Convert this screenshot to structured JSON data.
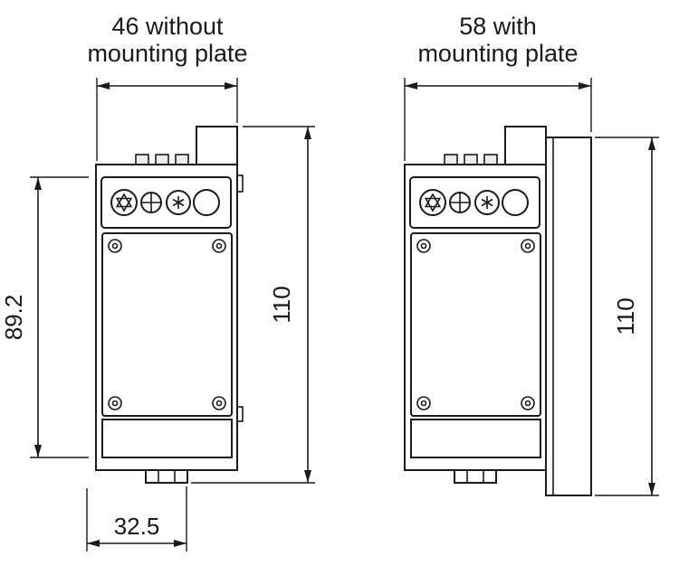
{
  "colors": {
    "line": "#1a1a1a",
    "background": "#ffffff"
  },
  "views": {
    "left": {
      "title_line1": "46 without",
      "title_line2": "mounting plate",
      "dim_side_height": "89.2",
      "dim_overall_height": "110",
      "dim_bottom_width": "32.5"
    },
    "right": {
      "title_line1": "58 with",
      "title_line2": "mounting plate",
      "dim_overall_height": "110"
    }
  }
}
